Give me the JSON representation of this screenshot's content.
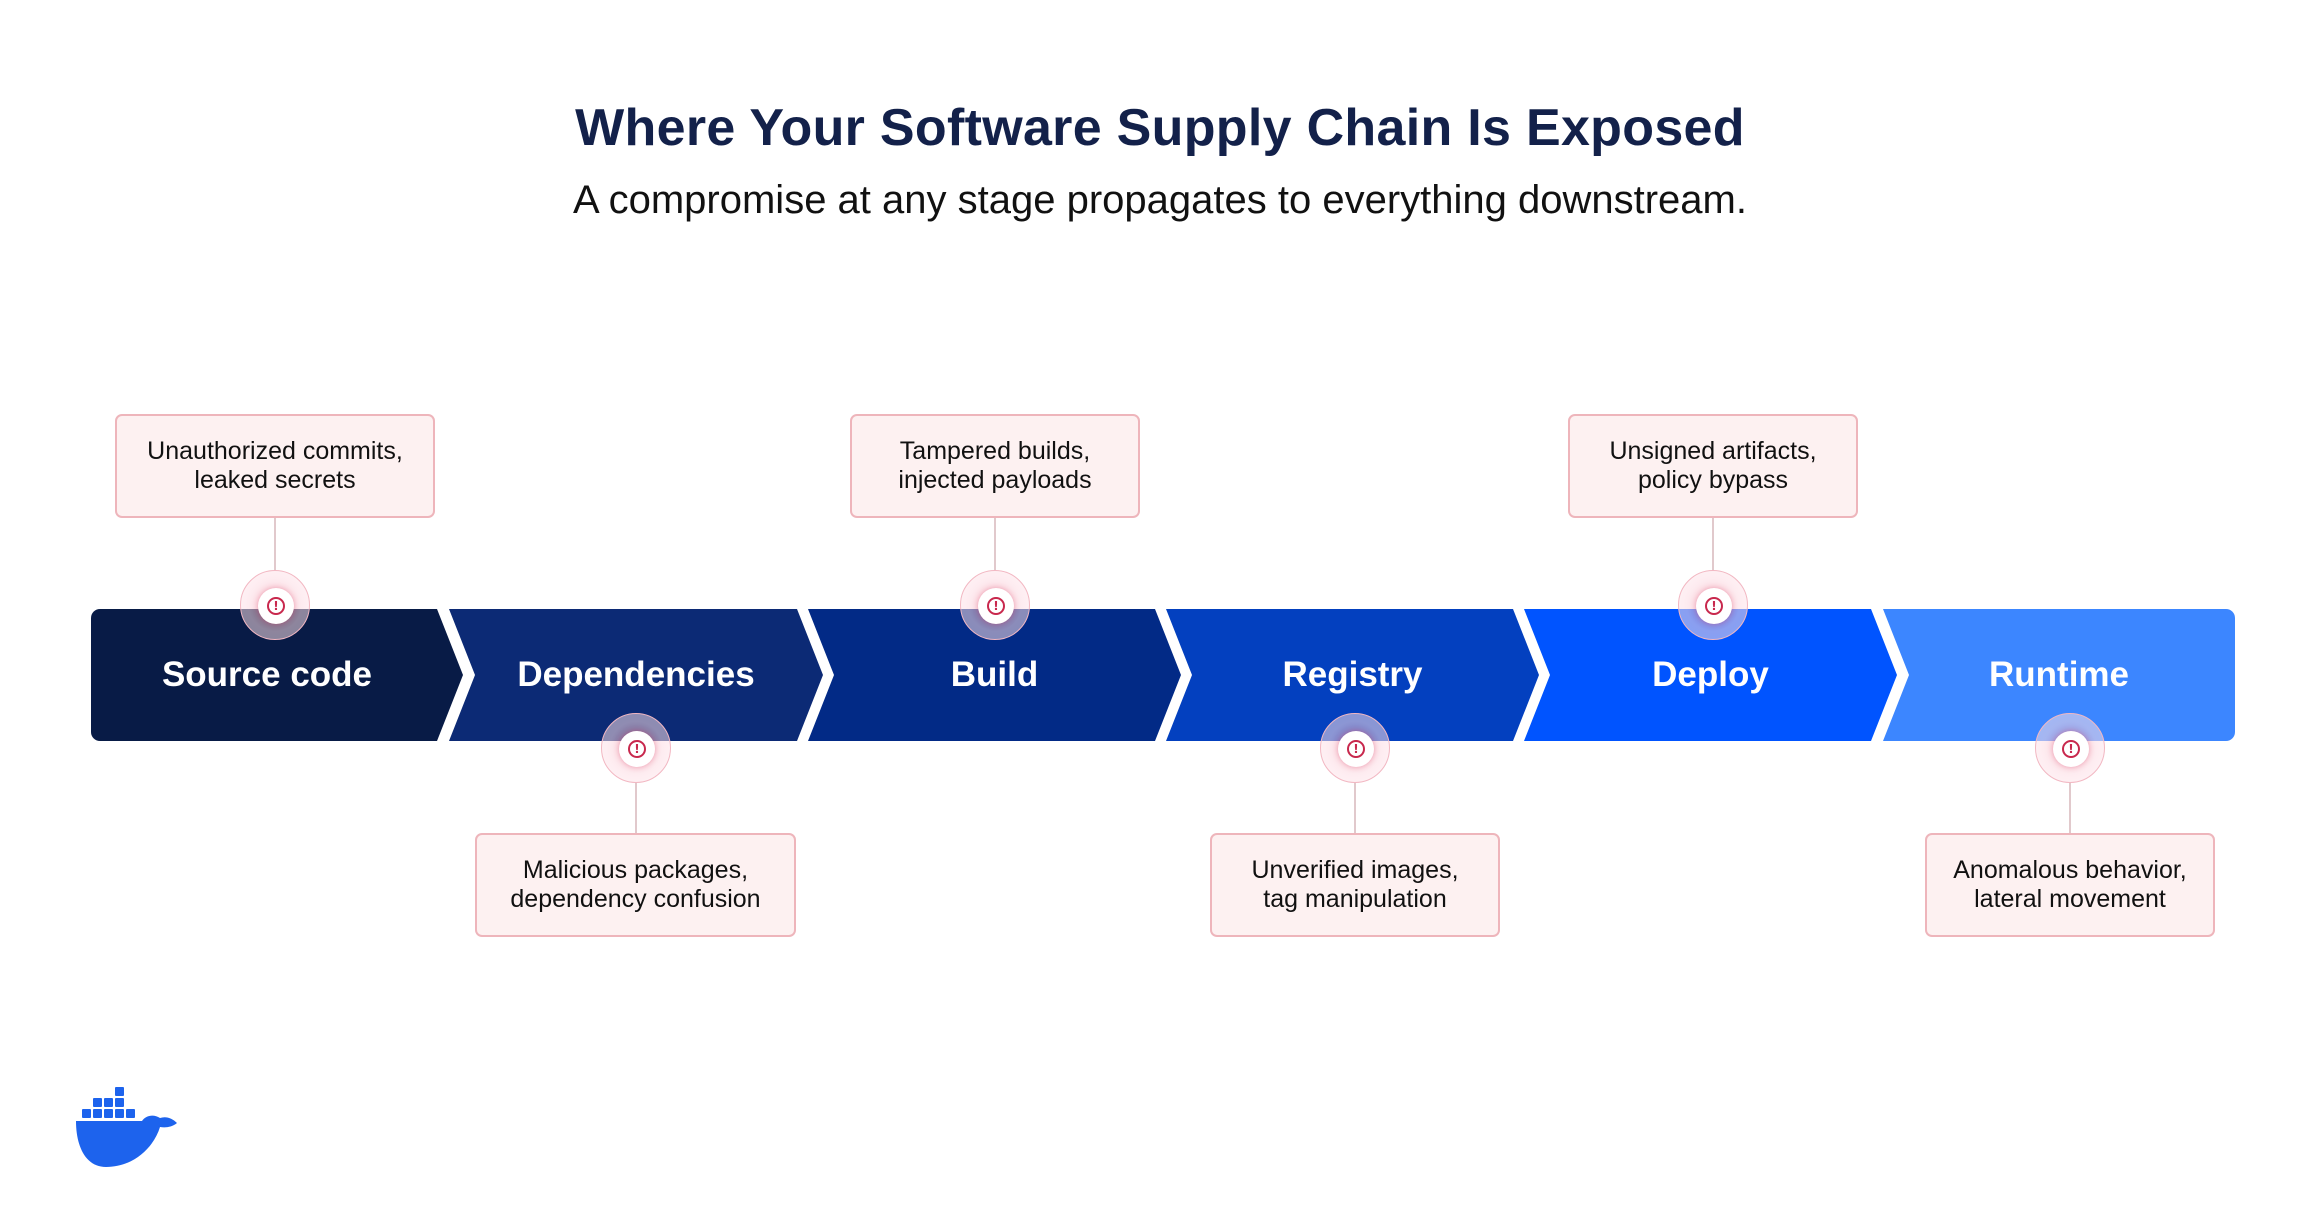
{
  "header": {
    "title": "Where Your Software Supply Chain Is Exposed",
    "subtitle": "A compromise at any stage propagates to everything downstream."
  },
  "stages": [
    {
      "label": "Source code",
      "color": "#081b46"
    },
    {
      "label": "Dependencies",
      "color": "#0c2a75"
    },
    {
      "label": "Build",
      "color": "#022a86"
    },
    {
      "label": "Registry",
      "color": "#0340bf"
    },
    {
      "label": "Deploy",
      "color": "#0054ff"
    },
    {
      "label": "Runtime",
      "color": "#3c86ff"
    }
  ],
  "risks": [
    {
      "stage": "Source code",
      "position": "above",
      "line1": "Unauthorized commits,",
      "line2": "leaked secrets"
    },
    {
      "stage": "Dependencies",
      "position": "below",
      "line1": "Malicious packages,",
      "line2": "dependency confusion"
    },
    {
      "stage": "Build",
      "position": "above",
      "line1": "Tampered builds,",
      "line2": "injected payloads"
    },
    {
      "stage": "Registry",
      "position": "below",
      "line1": "Unverified images,",
      "line2": "tag manipulation"
    },
    {
      "stage": "Deploy",
      "position": "above",
      "line1": "Unsigned artifacts,",
      "line2": "policy bypass"
    },
    {
      "stage": "Runtime",
      "position": "below",
      "line1": "Anomalous behavior,",
      "line2": "lateral movement"
    }
  ],
  "icons": {
    "risk_marker": "alert-circle-icon",
    "logo": "docker-whale-logo"
  },
  "colors": {
    "title": "#13214a",
    "risk_box_bg": "#fdf1f1",
    "risk_box_border": "#eeb5bb",
    "alert": "#c8284d",
    "logo": "#1d63ed"
  }
}
